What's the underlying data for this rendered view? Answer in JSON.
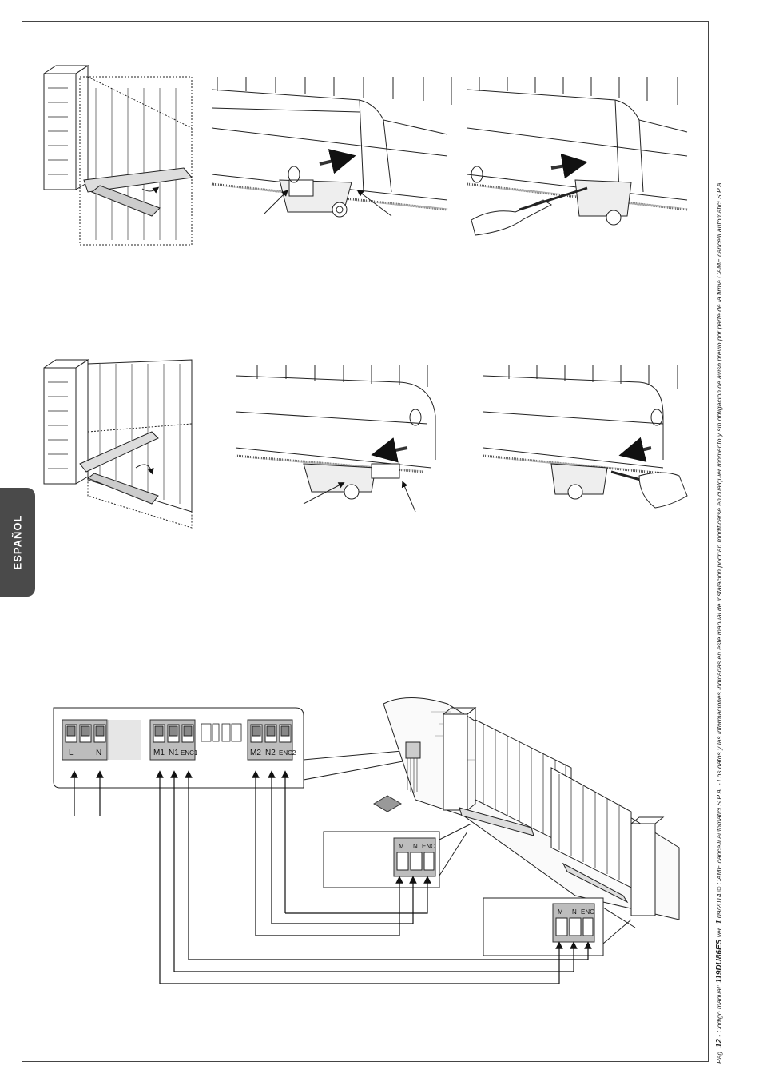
{
  "side_tab": {
    "label": "ESPAÑOL"
  },
  "footer": {
    "page_prefix": "Pag.",
    "page_number": "12",
    "manual_code_label": "- Codigo manual:",
    "manual_code": "119DU86ES",
    "version_label": "ver.",
    "version": "1",
    "date": "09/2014",
    "copyright": "© CAME cancelli automatici S.P.A. - Los datos y las informaciones indicadas en este manual de instalación podrían modificarse en cualquier momento y sin obligación de aviso previo por parte de la firma CAME cancelli automatici S.P.A."
  },
  "control_board": {
    "terminal_power": [
      "L",
      "N"
    ],
    "terminal_motor1": [
      "M1",
      "N1",
      "ENC1"
    ],
    "terminal_motor2": [
      "M2",
      "N2",
      "ENC2"
    ]
  },
  "motor_terminals": {
    "motor_a": [
      "M",
      "N",
      "ENC"
    ],
    "motor_b": [
      "M",
      "N",
      "ENC"
    ]
  },
  "icons": [
    "arrow-icon",
    "wrench-icon",
    "hand-icon",
    "gate-icon",
    "terminal-block-icon"
  ]
}
